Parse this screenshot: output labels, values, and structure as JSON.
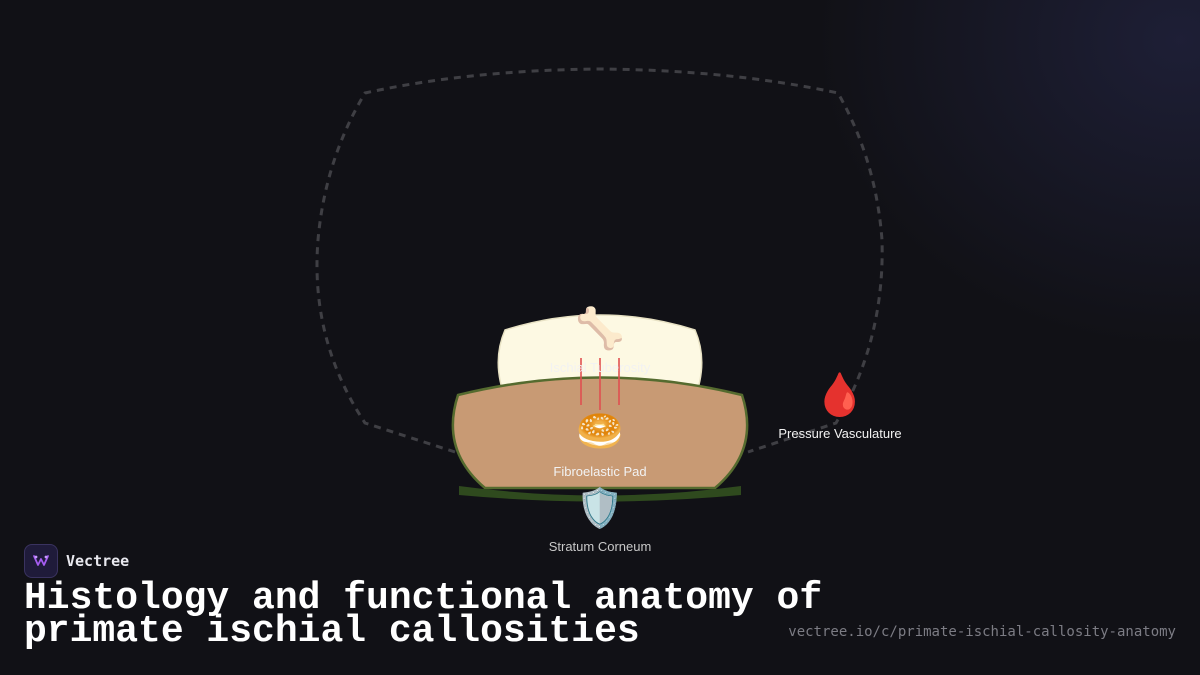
{
  "diagram": {
    "layers": [
      {
        "id": "bone",
        "icon": "bone-icon",
        "glyph": "🦴",
        "label": "Ischial Tuberosity"
      },
      {
        "id": "pad",
        "icon": "bagel-icon",
        "glyph": "🥯",
        "label": "Fibroelastic Pad"
      },
      {
        "id": "skin",
        "icon": "shield-icon",
        "glyph": "🛡️",
        "label": "Stratum Corneum"
      }
    ],
    "side_node": {
      "icon": "blood-drop-icon",
      "glyph": "🩸",
      "label": "Pressure Vasculature"
    },
    "colors": {
      "bone": "#fdf9e3",
      "pad": "#c89a74",
      "pad_outline": "#556b2f",
      "skin": "#2f4a1e",
      "vessels": "#e05050",
      "outline_dash": "#3f3f44"
    }
  },
  "brand": {
    "name": "Vectree",
    "logo_icon": "vectree-logo-icon"
  },
  "title": "Histology and functional anatomy of primate ischial callosities",
  "url": "vectree.io/c/primate-ischial-callosity-anatomy"
}
